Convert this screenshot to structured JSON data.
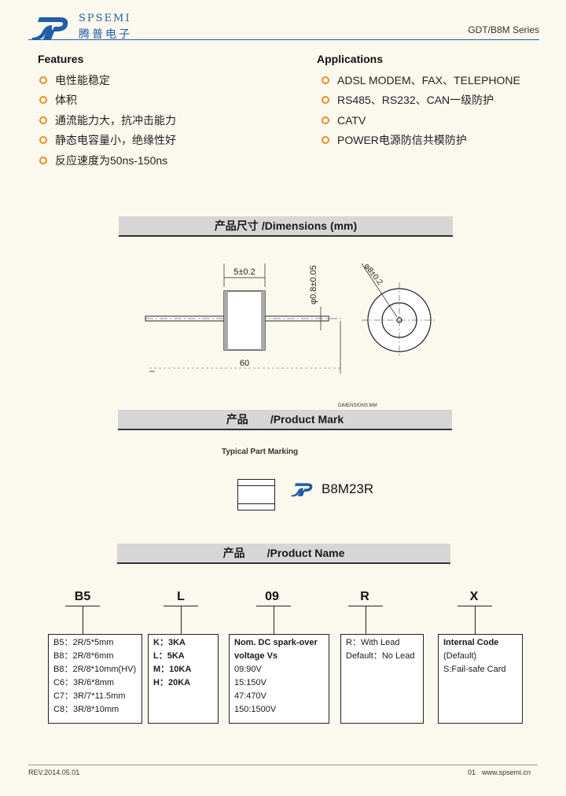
{
  "header": {
    "brand_en": "SPSEMI",
    "brand_cn": "腾普电子",
    "series": "GDT/B8M Series"
  },
  "features": {
    "title": "Features",
    "items": [
      "电性能稳定",
      "体积",
      "通流能力大，抗冲击能力",
      "静态电容量小，绝缘性好",
      "反应速度为50ns-150ns"
    ]
  },
  "applications": {
    "title": "Applications",
    "items": [
      "ADSL MODEM、FAX、TELEPHONE",
      "RS485、RS232、CAN一级防护",
      "CATV",
      "POWER电源防信共模防护"
    ]
  },
  "dimensions": {
    "title_cn": "产品尺寸",
    "title_en": "/Dimensions (mm)",
    "label_width": "5±0.2",
    "label_lead_dia": "φ0.8±0.05",
    "label_body_dia": "φ8±0.2",
    "label_length": "60",
    "note": "DIMENSIONS:MM"
  },
  "product_mark": {
    "title_cn": "产品",
    "title_en": "/Product Mark",
    "typical": "Typical Part Marking",
    "marking": "B8M23R"
  },
  "product_name": {
    "title_cn": "产品",
    "title_en": "/Product Name",
    "codes": [
      "B5",
      "L",
      "09",
      "R",
      "X"
    ],
    "box1": [
      "B5：2R/5*5mm",
      "B8：2R/8*6mm",
      "B8：2R/8*10mm(HV)",
      "C6：3R/6*8mm",
      "C7：3R/7*11.5mm",
      "C8：3R/8*10mm"
    ],
    "box2": [
      {
        "k": "K",
        "v": "：3KA"
      },
      {
        "k": "L",
        "v": "：5KA"
      },
      {
        "k": "M",
        "v": "：10KA"
      },
      {
        "k": "H",
        "v": "：20KA"
      }
    ],
    "box3_title1": "Nom. DC spark-over",
    "box3_title2": "voltage Vs",
    "box3": [
      "09:90V",
      "15:150V",
      "47:470V",
      "150:1500V"
    ],
    "box4": [
      "R：With Lead",
      "Default：No Lead"
    ],
    "box5_title": "Internal Code",
    "box5": [
      "(Default)",
      "S:Fail-safe Card"
    ]
  },
  "footer": {
    "rev": "REV.2014.05.01",
    "page": "01",
    "site": "www.spsemi.cn"
  }
}
